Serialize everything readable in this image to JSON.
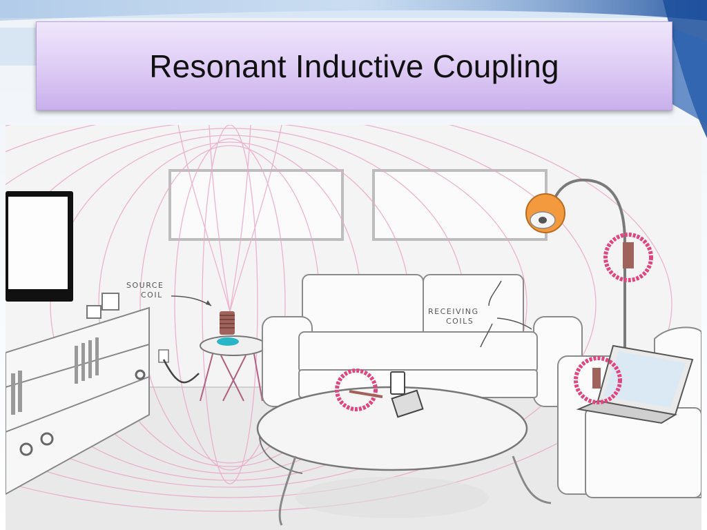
{
  "slide": {
    "title": "Resonant Inductive Coupling"
  },
  "illustration": {
    "labels": {
      "source_line1": "SOURCE",
      "source_line2": "COIL",
      "receiving_line1": "RECEIVING",
      "receiving_line2": "COILS"
    }
  },
  "colors": {
    "title_bg": "#e1d0f6",
    "field_lines": "#e9a7c8",
    "coil_ring": "#e0457f",
    "deco_blue": "#1c4f9c"
  }
}
